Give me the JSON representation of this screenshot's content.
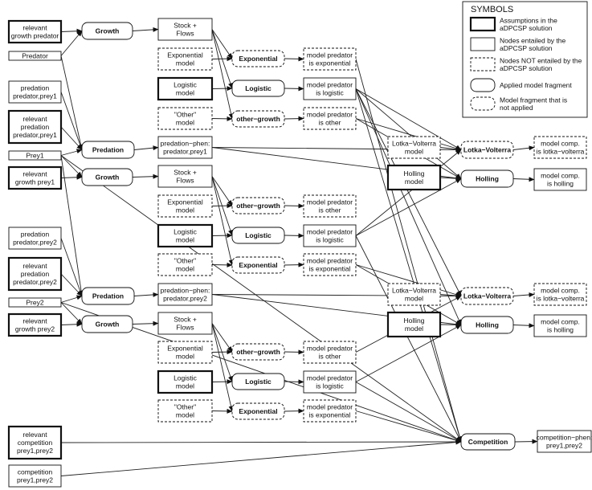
{
  "legend": {
    "title": "SYMBOLS",
    "items": [
      {
        "style": "thick",
        "text": [
          "Assumptions in the",
          "aDPCSP solution"
        ]
      },
      {
        "style": "solid",
        "text": [
          "Nodes entailed by the",
          "aDPCSP solution"
        ]
      },
      {
        "style": "dashed",
        "text": [
          "Nodes NOT entailed by the",
          "aDPCSP solution"
        ]
      },
      {
        "style": "rounded",
        "text": [
          "Applied model fragment"
        ]
      },
      {
        "style": "rounded-dashed",
        "text": [
          "Model fragment that is",
          "not applied"
        ]
      }
    ]
  },
  "nodes": {
    "rel_growth_pred": {
      "style": "thick",
      "lines": [
        "relevant",
        "growth predator"
      ]
    },
    "predator": {
      "style": "tab",
      "lines": [
        "Predator"
      ]
    },
    "pred_pred_prey1": {
      "style": "solid",
      "lines": [
        "predation",
        "predator,prey1"
      ]
    },
    "rel_pred_prey1": {
      "style": "thick",
      "lines": [
        "relevant",
        "predation",
        "predator,prey1"
      ]
    },
    "prey1": {
      "style": "tab",
      "lines": [
        "Prey1"
      ]
    },
    "rel_growth_prey1": {
      "style": "thick",
      "lines": [
        "relevant",
        "growth prey1"
      ]
    },
    "pred_pred_prey2": {
      "style": "solid",
      "lines": [
        "predation",
        "predator,prey2"
      ]
    },
    "rel_pred_prey2": {
      "style": "thick",
      "lines": [
        "relevant",
        "predation",
        "predator,prey2"
      ]
    },
    "prey2": {
      "style": "tab",
      "lines": [
        "Prey2"
      ]
    },
    "rel_growth_prey2": {
      "style": "thick",
      "lines": [
        "relevant",
        "growth prey2"
      ]
    },
    "rel_comp": {
      "style": "thick",
      "lines": [
        "relevant",
        "competition",
        "prey1,prey2"
      ]
    },
    "comp": {
      "style": "solid",
      "lines": [
        "competition",
        "prey1,prey2"
      ]
    },
    "growth_a": {
      "style": "rounded",
      "bold": true,
      "lines": [
        "Growth"
      ]
    },
    "predation_1": {
      "style": "rounded",
      "bold": true,
      "lines": [
        "Predation"
      ]
    },
    "growth_b": {
      "style": "rounded",
      "bold": true,
      "lines": [
        "Growth"
      ]
    },
    "predation_2": {
      "style": "rounded",
      "bold": true,
      "lines": [
        "Predation"
      ]
    },
    "growth_c": {
      "style": "rounded",
      "bold": true,
      "lines": [
        "Growth"
      ]
    },
    "sf_a": {
      "style": "solid",
      "lines": [
        "Stock +",
        "Flows"
      ]
    },
    "exp_model_a": {
      "style": "dashed",
      "lines": [
        "Exponential",
        "model"
      ]
    },
    "log_model_a": {
      "style": "thick",
      "lines": [
        "Logistic",
        "model"
      ]
    },
    "oth_model_a": {
      "style": "dashed",
      "lines": [
        "\"Other\"",
        "model"
      ]
    },
    "phen_1": {
      "style": "solid",
      "lines": [
        "predation−phen:",
        "predator,prey1"
      ]
    },
    "sf_b": {
      "style": "solid",
      "lines": [
        "Stock +",
        "Flows"
      ]
    },
    "exp_model_b": {
      "style": "dashed",
      "lines": [
        "Exponential",
        "model"
      ]
    },
    "log_model_b": {
      "style": "thick",
      "lines": [
        "Logistic",
        "model"
      ]
    },
    "oth_model_b": {
      "style": "dashed",
      "lines": [
        "\"Other\"",
        "model"
      ]
    },
    "phen_2": {
      "style": "solid",
      "lines": [
        "predation−phen:",
        "predator,prey2"
      ]
    },
    "sf_c": {
      "style": "solid",
      "lines": [
        "Stock +",
        "Flows"
      ]
    },
    "exp_model_c": {
      "style": "dashed",
      "lines": [
        "Exponential",
        "model"
      ]
    },
    "log_model_c": {
      "style": "thick",
      "lines": [
        "Logistic",
        "model"
      ]
    },
    "oth_model_c": {
      "style": "dashed",
      "lines": [
        "\"Other\"",
        "model"
      ]
    },
    "f_exp_a": {
      "style": "rounded-dashed",
      "bold": true,
      "lines": [
        "Exponential"
      ]
    },
    "f_log_a": {
      "style": "rounded",
      "bold": true,
      "lines": [
        "Logistic"
      ]
    },
    "f_oth_a": {
      "style": "rounded-dashed",
      "bold": true,
      "lines": [
        "other−growth"
      ]
    },
    "f_oth_b": {
      "style": "rounded-dashed",
      "bold": true,
      "lines": [
        "other−growth"
      ]
    },
    "f_log_b": {
      "style": "rounded",
      "bold": true,
      "lines": [
        "Logistic"
      ]
    },
    "f_exp_b": {
      "style": "rounded-dashed",
      "bold": true,
      "lines": [
        "Exponential"
      ]
    },
    "f_oth_c": {
      "style": "rounded-dashed",
      "bold": true,
      "lines": [
        "other−growth"
      ]
    },
    "f_log_c": {
      "style": "rounded",
      "bold": true,
      "lines": [
        "Logistic"
      ]
    },
    "f_exp_c": {
      "style": "rounded-dashed",
      "bold": true,
      "lines": [
        "Exponential"
      ]
    },
    "mp_exp_a": {
      "style": "dashed",
      "lines": [
        "model predator",
        "is exponential"
      ]
    },
    "mp_log_a": {
      "style": "solid",
      "lines": [
        "model predator",
        "is logistic"
      ]
    },
    "mp_oth_a": {
      "style": "dashed",
      "lines": [
        "model predator",
        "is other"
      ]
    },
    "mp_oth_b": {
      "style": "dashed",
      "lines": [
        "model predator",
        "is other"
      ]
    },
    "mp_log_b": {
      "style": "solid",
      "lines": [
        "model predator",
        "is logistic"
      ]
    },
    "mp_exp_b": {
      "style": "dashed",
      "lines": [
        "model predator",
        "is exponential"
      ]
    },
    "mp_oth_c": {
      "style": "dashed",
      "lines": [
        "model predator",
        "is other"
      ]
    },
    "mp_log_c": {
      "style": "solid",
      "lines": [
        "model predator",
        "is logistic"
      ]
    },
    "mp_exp_c": {
      "style": "dashed",
      "lines": [
        "model predator",
        "is exponential"
      ]
    },
    "lv_model_1": {
      "style": "dashed",
      "lines": [
        "Lotka−Volterra",
        "model"
      ]
    },
    "hol_model_1": {
      "style": "thick",
      "lines": [
        "Holling",
        "model"
      ]
    },
    "lv_model_2": {
      "style": "dashed",
      "lines": [
        "Lotka−Volterra",
        "model"
      ]
    },
    "hol_model_2": {
      "style": "thick",
      "lines": [
        "Holling",
        "model"
      ]
    },
    "f_lv_1": {
      "style": "rounded-dashed",
      "bold": true,
      "lines": [
        "Lotka−Volterra"
      ]
    },
    "f_hol_1": {
      "style": "rounded",
      "bold": true,
      "lines": [
        "Holling"
      ]
    },
    "f_lv_2": {
      "style": "rounded-dashed",
      "bold": true,
      "lines": [
        "Lotka−Volterra"
      ]
    },
    "f_hol_2": {
      "style": "rounded",
      "bold": true,
      "lines": [
        "Holling"
      ]
    },
    "f_comp": {
      "style": "rounded",
      "bold": true,
      "lines": [
        "Competition"
      ]
    },
    "mc_lv_1": {
      "style": "dashed",
      "lines": [
        "model comp.",
        "is lotka−volterra"
      ]
    },
    "mc_hol_1": {
      "style": "solid",
      "lines": [
        "model comp.",
        "is holling"
      ]
    },
    "mc_lv_2": {
      "style": "dashed",
      "lines": [
        "model comp.",
        "is lotka−volterra"
      ]
    },
    "mc_hol_2": {
      "style": "solid",
      "lines": [
        "model comp.",
        "is holling"
      ]
    },
    "comp_phen": {
      "style": "solid",
      "lines": [
        "competition−phen:",
        "prey1,prey2"
      ]
    }
  },
  "edges": [
    [
      "rel_growth_pred",
      "growth_a"
    ],
    [
      "predator",
      "growth_a"
    ],
    [
      "growth_a",
      "sf_a"
    ],
    [
      "sf_a",
      "f_exp_a"
    ],
    [
      "sf_a",
      "f_log_a"
    ],
    [
      "sf_a",
      "f_oth_a"
    ],
    [
      "exp_model_a",
      "f_exp_a"
    ],
    [
      "log_model_a",
      "f_log_a"
    ],
    [
      "oth_model_a",
      "f_oth_a"
    ],
    [
      "f_exp_a",
      "mp_exp_a"
    ],
    [
      "f_log_a",
      "mp_log_a"
    ],
    [
      "f_oth_a",
      "mp_oth_a"
    ],
    [
      "predator",
      "predation_1"
    ],
    [
      "pred_pred_prey1",
      "predation_1"
    ],
    [
      "rel_pred_prey1",
      "predation_1"
    ],
    [
      "prey1",
      "predation_1"
    ],
    [
      "predation_1",
      "phen_1"
    ],
    [
      "phen_1",
      "f_lv_1"
    ],
    [
      "phen_1",
      "f_hol_1"
    ],
    [
      "prey1",
      "growth_b"
    ],
    [
      "rel_growth_prey1",
      "growth_b"
    ],
    [
      "growth_b",
      "sf_b"
    ],
    [
      "sf_b",
      "f_oth_b"
    ],
    [
      "sf_b",
      "f_log_b"
    ],
    [
      "sf_b",
      "f_exp_b"
    ],
    [
      "exp_model_b",
      "f_oth_b"
    ],
    [
      "log_model_b",
      "f_log_b"
    ],
    [
      "oth_model_b",
      "f_exp_b"
    ],
    [
      "f_oth_b",
      "mp_oth_b"
    ],
    [
      "f_log_b",
      "mp_log_b"
    ],
    [
      "f_exp_b",
      "mp_exp_b"
    ],
    [
      "prey1",
      "predation_2"
    ],
    [
      "pred_pred_prey2",
      "predation_2"
    ],
    [
      "rel_pred_prey2",
      "predation_2"
    ],
    [
      "prey2",
      "predation_2"
    ],
    [
      "predation_2",
      "phen_2"
    ],
    [
      "phen_2",
      "f_lv_2"
    ],
    [
      "phen_2",
      "f_hol_2"
    ],
    [
      "prey2",
      "growth_c"
    ],
    [
      "rel_growth_prey2",
      "growth_c"
    ],
    [
      "growth_c",
      "sf_c"
    ],
    [
      "sf_c",
      "f_oth_c"
    ],
    [
      "sf_c",
      "f_log_c"
    ],
    [
      "sf_c",
      "f_exp_c"
    ],
    [
      "exp_model_c",
      "f_oth_c"
    ],
    [
      "log_model_c",
      "f_log_c"
    ],
    [
      "oth_model_c",
      "f_exp_c"
    ],
    [
      "f_oth_c",
      "mp_oth_c"
    ],
    [
      "f_log_c",
      "mp_log_c"
    ],
    [
      "f_exp_c",
      "mp_exp_c"
    ],
    [
      "mp_log_a",
      "f_lv_1"
    ],
    [
      "mp_log_a",
      "f_hol_1"
    ],
    [
      "mp_oth_a",
      "f_lv_1"
    ],
    [
      "mp_oth_a",
      "f_hol_1"
    ],
    [
      "mp_log_b",
      "f_lv_1"
    ],
    [
      "mp_log_b",
      "f_hol_1"
    ],
    [
      "mp_log_a",
      "f_lv_2"
    ],
    [
      "mp_log_a",
      "f_hol_2"
    ],
    [
      "mp_exp_b",
      "f_lv_2"
    ],
    [
      "mp_exp_b",
      "f_hol_2"
    ],
    [
      "mp_oth_c",
      "f_lv_2"
    ],
    [
      "mp_log_c",
      "f_hol_2"
    ],
    [
      "lv_model_1",
      "f_lv_1"
    ],
    [
      "hol_model_1",
      "f_hol_1"
    ],
    [
      "lv_model_2",
      "f_lv_2"
    ],
    [
      "hol_model_2",
      "f_hol_2"
    ],
    [
      "f_lv_1",
      "mc_lv_1"
    ],
    [
      "f_hol_1",
      "mc_hol_1"
    ],
    [
      "f_lv_2",
      "mc_lv_2"
    ],
    [
      "f_hol_2",
      "mc_hol_2"
    ],
    [
      "rel_comp",
      "f_comp"
    ],
    [
      "comp",
      "f_comp"
    ],
    [
      "prey1",
      "f_comp"
    ],
    [
      "prey2",
      "f_comp"
    ],
    [
      "mp_log_a",
      "f_comp"
    ],
    [
      "mp_log_b",
      "f_comp"
    ],
    [
      "mp_exp_a",
      "f_comp"
    ],
    [
      "mp_log_c",
      "f_comp"
    ],
    [
      "mp_exp_c",
      "f_comp"
    ],
    [
      "f_comp",
      "comp_phen"
    ]
  ]
}
